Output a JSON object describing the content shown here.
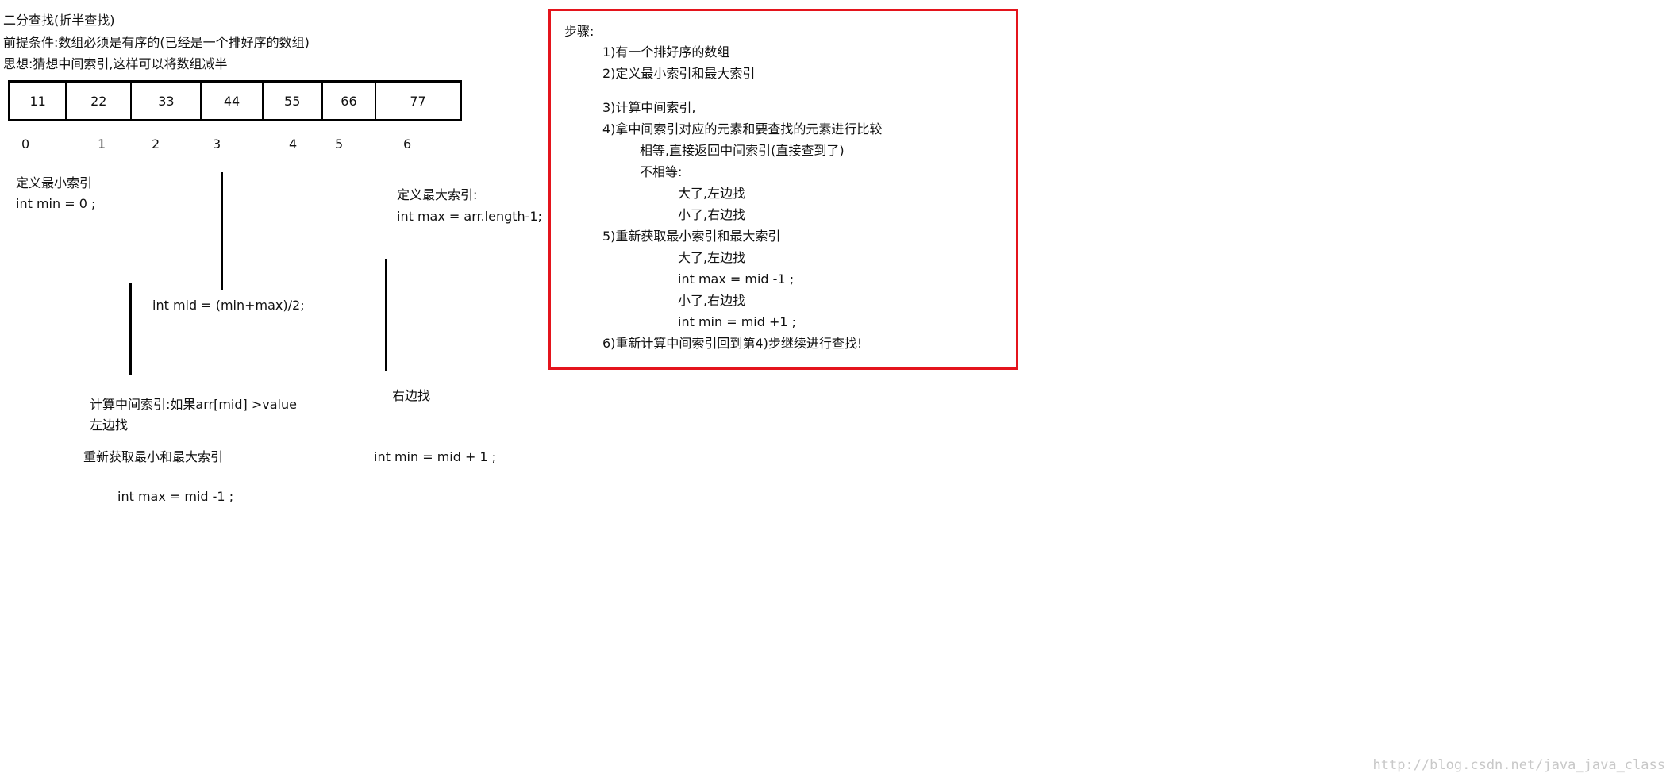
{
  "header": {
    "title": "二分查找(折半查找)",
    "precondition": "前提条件:数组必须是有序的(已经是一个排好序的数组)",
    "idea": "思想:猜想中间索引,这样可以将数组减半"
  },
  "array": {
    "values": [
      "11",
      "22",
      "33",
      "44",
      "55",
      "66",
      "77"
    ],
    "indices": [
      "0",
      "1",
      "2",
      "3",
      "4",
      "5",
      "6"
    ]
  },
  "annotations": {
    "min_def": "定义最小索引",
    "min_init": "int min = 0 ;",
    "max_def": "定义最大索引:",
    "max_init": "int max = arr.length-1;",
    "mid_calc": "int mid = (min+max)/2;",
    "left_cond": "计算中间索引:如果arr[mid]  >value",
    "left_find": "左边找",
    "reacquire": "重新获取最小和最大索引",
    "max_update": "int max = mid -1 ;",
    "right_find": "右边找",
    "min_update": "int min = mid + 1 ;"
  },
  "steps": {
    "title": "步骤:",
    "s1": "1)有一个排好序的数组",
    "s2": "2)定义最小索引和最大索引",
    "s3": "3)计算中间索引,",
    "s4": "4)拿中间索引对应的元素和要查找的元素进行比较",
    "s4a": "相等,直接返回中间索引(直接查到了)",
    "s4b": "不相等:",
    "s4b1": "大了,左边找",
    "s4b2": "小了,右边找",
    "s5": "5)重新获取最小索引和最大索引",
    "s5a": "大了,左边找",
    "s5b": "int max = mid -1 ;",
    "s5c": "小了,右边找",
    "s5d": "int min = mid +1 ;",
    "s6": "6)重新计算中间索引回到第4)步继续进行查找!"
  },
  "watermark": "http://blog.csdn.net/java_java_class",
  "colors": {
    "box_border": "#e4141c",
    "watermark": "#c8c8c8"
  }
}
